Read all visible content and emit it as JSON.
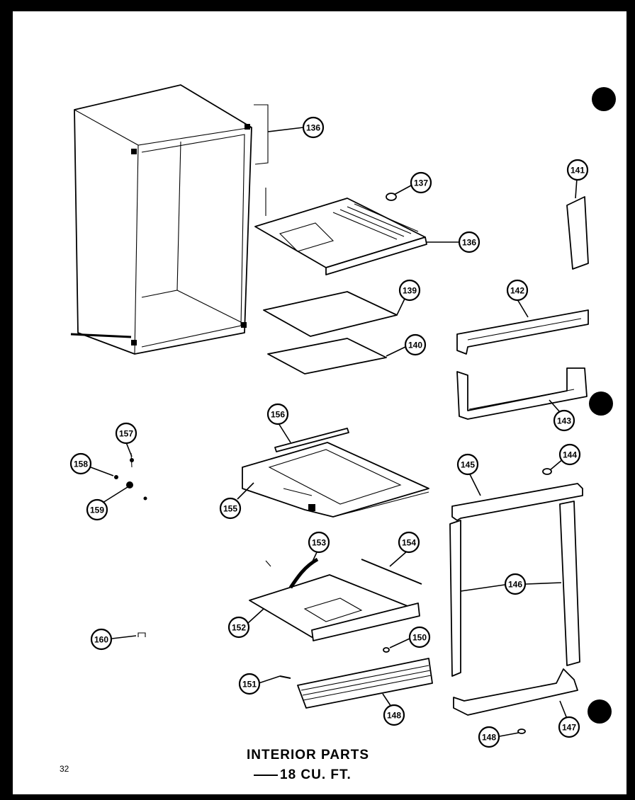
{
  "page": {
    "number": "32",
    "title_line1": "INTERIOR PARTS",
    "title_line2": "18 CU. FT."
  },
  "callouts": [
    {
      "id": "c136a",
      "label": "136"
    },
    {
      "id": "c137",
      "label": "137"
    },
    {
      "id": "c136b",
      "label": "136"
    },
    {
      "id": "c139",
      "label": "139"
    },
    {
      "id": "c140a",
      "label": "140"
    },
    {
      "id": "c141",
      "label": "141"
    },
    {
      "id": "c142",
      "label": "142"
    },
    {
      "id": "c143",
      "label": "143"
    },
    {
      "id": "c144",
      "label": "144"
    },
    {
      "id": "c145",
      "label": "145"
    },
    {
      "id": "c146",
      "label": "146"
    },
    {
      "id": "c147",
      "label": "147"
    },
    {
      "id": "c148a",
      "label": "148"
    },
    {
      "id": "c148b",
      "label": "148"
    },
    {
      "id": "c150",
      "label": "150"
    },
    {
      "id": "c151",
      "label": "151"
    },
    {
      "id": "c152",
      "label": "152"
    },
    {
      "id": "c153",
      "label": "153"
    },
    {
      "id": "c154",
      "label": "154"
    },
    {
      "id": "c155",
      "label": "155"
    },
    {
      "id": "c156",
      "label": "156"
    },
    {
      "id": "c157",
      "label": "157"
    },
    {
      "id": "c158",
      "label": "158"
    },
    {
      "id": "c159",
      "label": "159"
    },
    {
      "id": "c160",
      "label": "160"
    }
  ]
}
